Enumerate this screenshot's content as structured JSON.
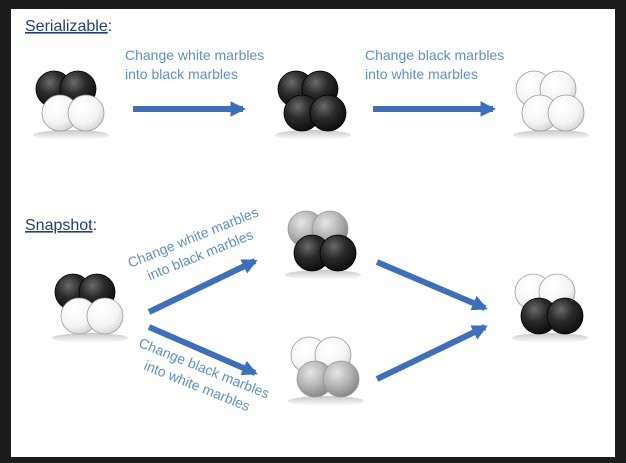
{
  "serializable": {
    "heading": "Serializable",
    "heading_suffix": ":",
    "step1_line1": "Change white marbles",
    "step1_line2": "into black marbles",
    "step2_line1": "Change black marbles",
    "step2_line2": "into white marbles"
  },
  "snapshot": {
    "heading": "Snapshot",
    "heading_suffix": ":",
    "upper_line1": "Change white marbles",
    "upper_line2": "into black marbles",
    "lower_line1": "Change black marbles",
    "lower_line2": "into white marbles"
  },
  "colors": {
    "arrow": "#3d6fbf",
    "caption": "#5b8fd0",
    "heading": "#1f3f7a",
    "marble_black": "#1e1e1e",
    "marble_white": "#ffffff",
    "marble_gray": "#b4b4b4"
  },
  "marble_groups": [
    {
      "name": "serializable-start-marbles",
      "back": [
        "black",
        "black"
      ],
      "front": [
        "white",
        "white"
      ]
    },
    {
      "name": "serializable-middle-marbles",
      "back": [
        "black",
        "black"
      ],
      "front": [
        "black",
        "black"
      ]
    },
    {
      "name": "serializable-end-marbles",
      "back": [
        "white",
        "white"
      ],
      "front": [
        "white",
        "white"
      ]
    },
    {
      "name": "snapshot-start-marbles",
      "back": [
        "black",
        "black"
      ],
      "front": [
        "white",
        "white"
      ]
    },
    {
      "name": "snapshot-upper-marbles",
      "back": [
        "gray",
        "gray"
      ],
      "front": [
        "black",
        "black"
      ]
    },
    {
      "name": "snapshot-lower-marbles",
      "back": [
        "white",
        "white"
      ],
      "front": [
        "gray",
        "gray"
      ]
    },
    {
      "name": "snapshot-end-marbles",
      "back": [
        "white",
        "white"
      ],
      "front": [
        "black",
        "black"
      ]
    }
  ]
}
